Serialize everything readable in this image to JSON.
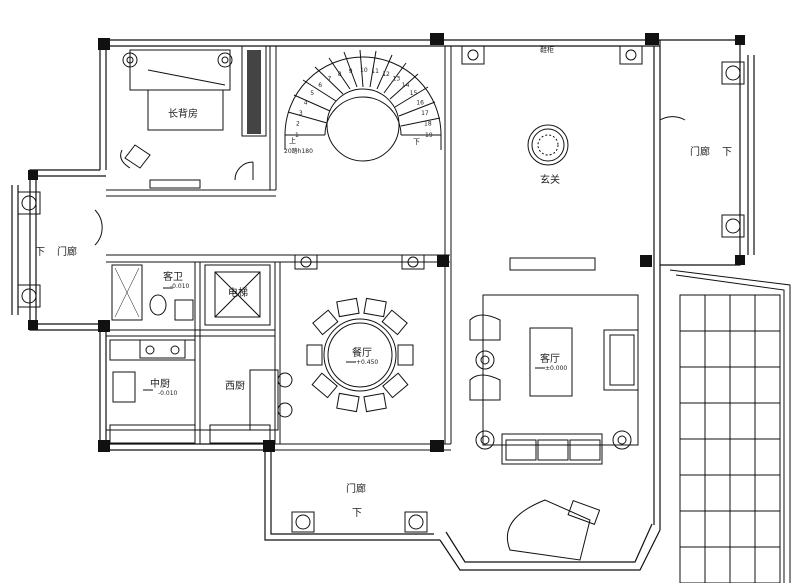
{
  "rooms": {
    "elder_room": "长背房",
    "kitchen_chinese": "中厨",
    "kitchen_chinese_level": "-0.010",
    "kitchen_western": "西厨",
    "guest_bath": "客卫",
    "guest_bath_level": "-0.010",
    "elevator": "电梯",
    "dining": "餐厅",
    "dining_level": "+0.450",
    "living": "客厅",
    "living_level": "±0.000",
    "foyer": "玄关",
    "porch_left": "门廊",
    "porch_right": "门廊",
    "porch_bottom": "门廊"
  },
  "stair": {
    "up": "上",
    "down": "下",
    "note": "20踏h180",
    "steps": [
      "1",
      "2",
      "3",
      "4",
      "5",
      "6",
      "7",
      "8",
      "9",
      "10",
      "11",
      "12",
      "13",
      "14",
      "15",
      "16",
      "17",
      "18",
      "19"
    ]
  },
  "arrows": {
    "left": "下",
    "right": "下",
    "bottom": "下"
  },
  "misc": {
    "top_label": "鞋柜"
  }
}
